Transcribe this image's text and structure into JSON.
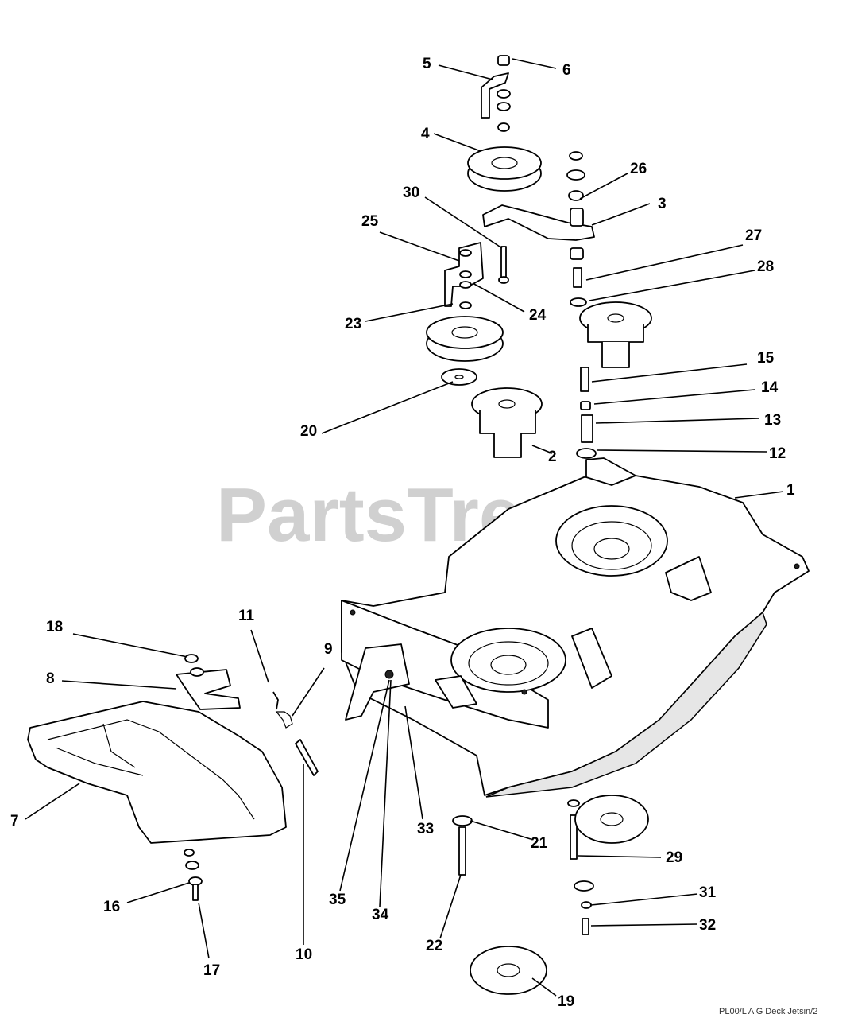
{
  "watermark": "PartsTree",
  "footer_code": "PL00/L A G Deck Jetsin/2",
  "callouts": [
    "1",
    "2",
    "3",
    "4",
    "5",
    "6",
    "7",
    "8",
    "9",
    "10",
    "11",
    "12",
    "13",
    "14",
    "15",
    "16",
    "17",
    "18",
    "19",
    "20",
    "21",
    "22",
    "23",
    "24",
    "25",
    "26",
    "27",
    "28",
    "29",
    "30",
    "31",
    "32",
    "33",
    "34",
    "35"
  ]
}
